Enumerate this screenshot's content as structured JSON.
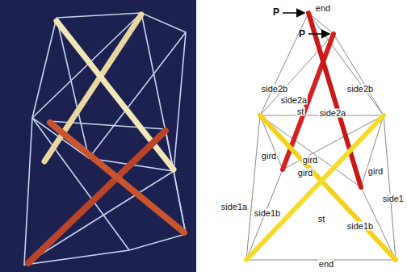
{
  "diagram": {
    "labels": [
      "P",
      "end",
      "P",
      "side2b",
      "side2b",
      "side2a",
      "st",
      "side2a",
      "gird",
      "gird",
      "gird",
      "gird",
      "side1a",
      "side1b",
      "side1b",
      "side1",
      "st",
      "end"
    ]
  }
}
